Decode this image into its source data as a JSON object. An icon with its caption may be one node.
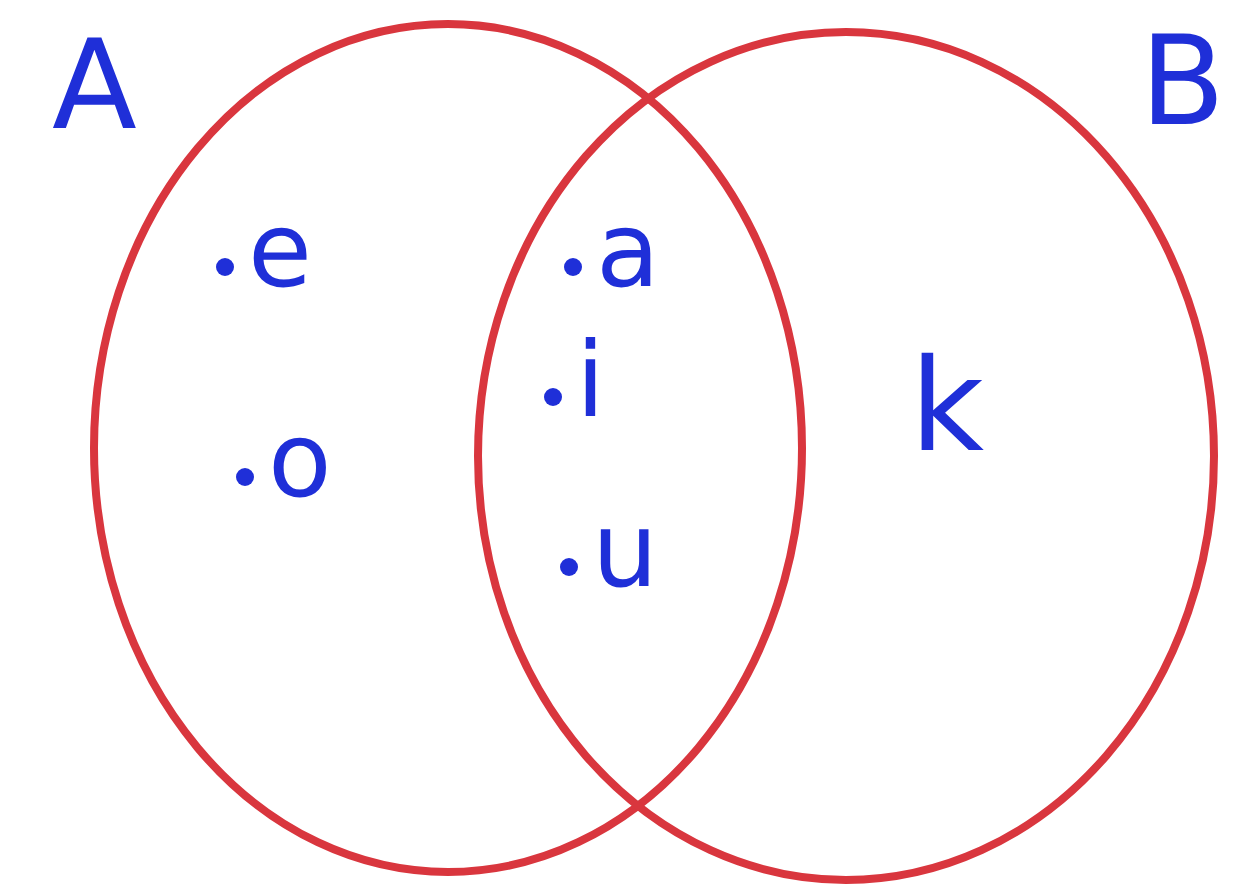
{
  "diagram": {
    "nodes": [
      {
        "text": [
          "A"
        ]
      },
      {
        "text": [
          "B"
        ]
      }
    ],
    "labels": [
      "e",
      "a",
      "i",
      "k",
      "o",
      "u"
    ]
  }
}
